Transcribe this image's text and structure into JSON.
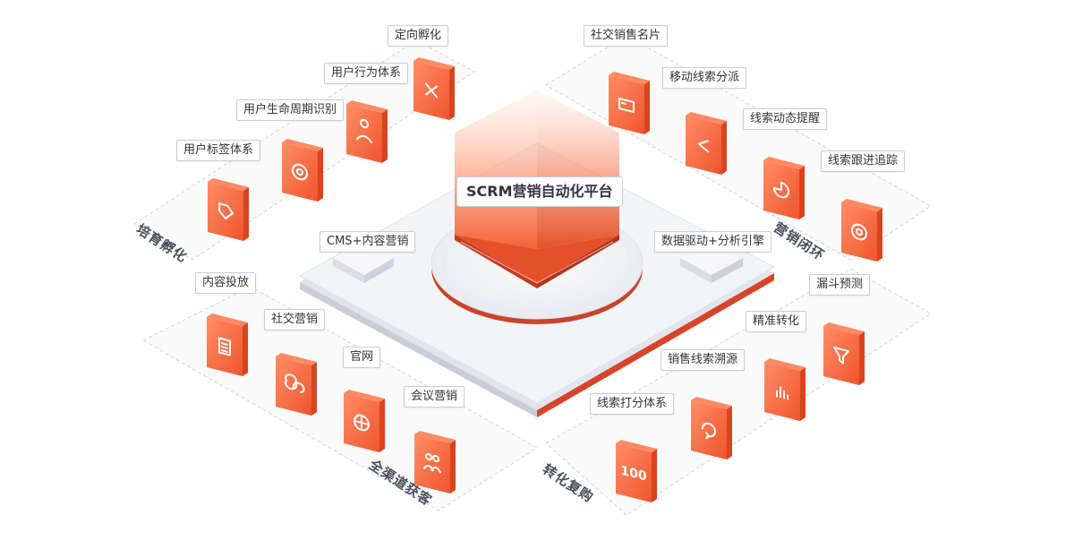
{
  "center": {
    "title": "SCRM营销自动化平台"
  },
  "platform_labels": {
    "left": "CMS+内容营销",
    "right": "数据驱动+分析引擎"
  },
  "groups": {
    "top_left": {
      "label": "培育孵化",
      "items": [
        "定向孵化",
        "用户行为体系",
        "用户生命周期识别",
        "用户标签体系"
      ],
      "icons": [
        "share-icon",
        "user-profile-icon",
        "gear-icon",
        "tag-icon"
      ]
    },
    "top_right": {
      "label": "营销闭环",
      "items": [
        "社交销售名片",
        "移动线索分派",
        "线索动态提醒",
        "线索跟进追踪"
      ],
      "icons": [
        "business-card-icon",
        "share-nodes-icon",
        "pie-chart-icon",
        "target-icon"
      ]
    },
    "bottom_left": {
      "label": "全渠道获客",
      "items": [
        "内容投放",
        "社交营销",
        "官网",
        "会议营销"
      ],
      "icons": [
        "document-icon",
        "chat-icon",
        "globe-icon",
        "people-icon"
      ]
    },
    "bottom_right": {
      "label": "转化复购",
      "items": [
        "线索打分体系",
        "销售线索溯源",
        "精准转化",
        "漏斗预测"
      ],
      "icons": [
        "score-100-icon",
        "cycle-icon",
        "bar-chart-icon",
        "funnel-icon"
      ]
    }
  },
  "colors": {
    "accent": "#f4623a",
    "accent_dark": "#d9441f",
    "accent_light": "#ff8a62",
    "border": "#c8cdd6",
    "platform": "#eef0f5"
  }
}
